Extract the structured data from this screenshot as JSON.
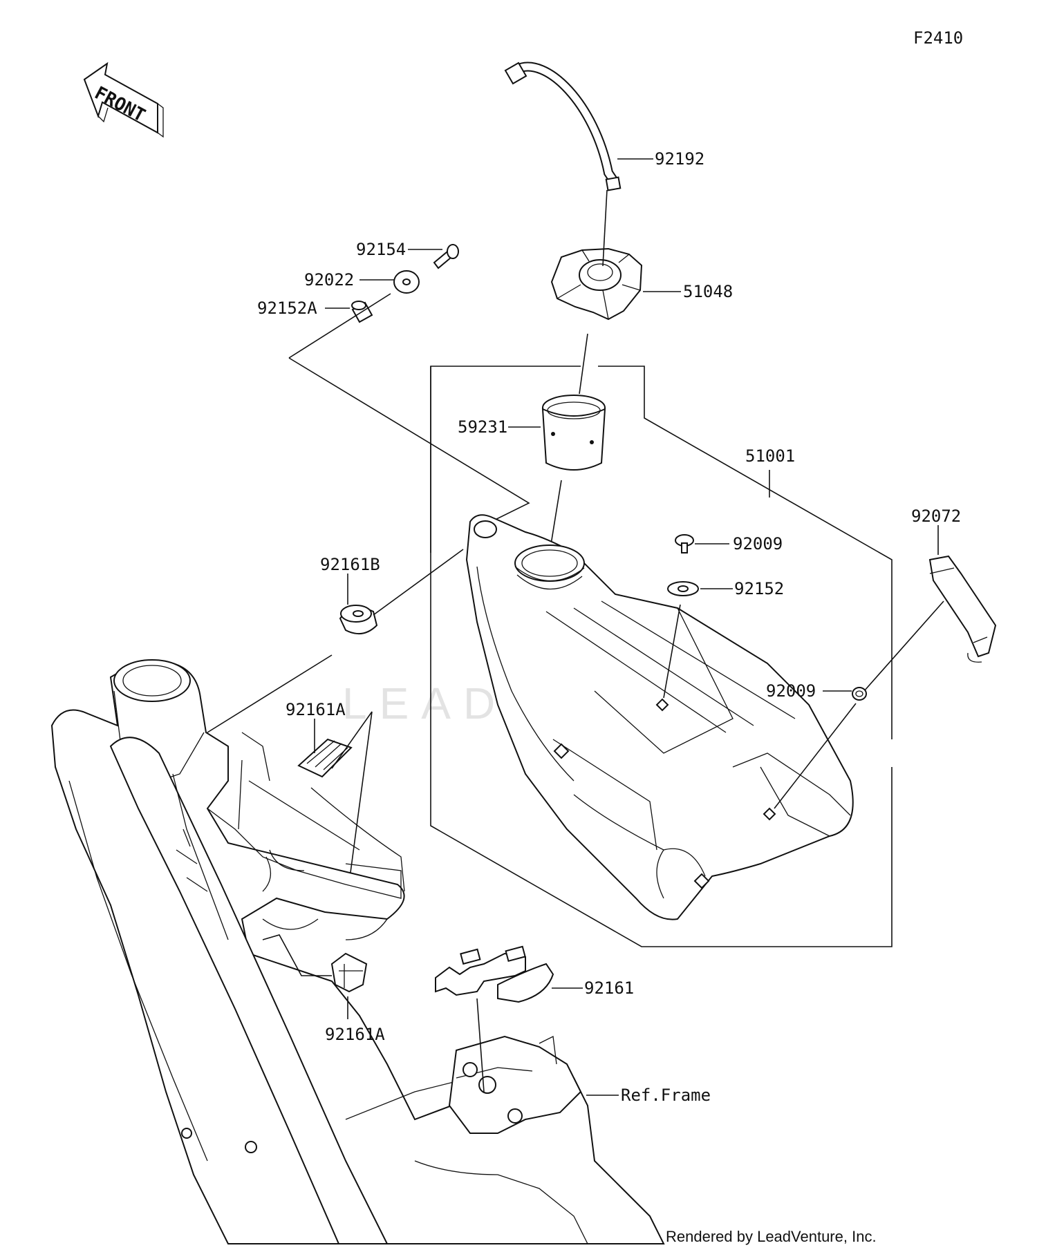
{
  "figure_code": "F2410",
  "front_arrow_text": "FRONT",
  "watermark_text": "LEADVENTURE",
  "credit_text": "Rendered by LeadVenture, Inc.",
  "callouts": [
    {
      "id": "p92192",
      "label": "92192"
    },
    {
      "id": "p92154",
      "label": "92154"
    },
    {
      "id": "p92022",
      "label": "92022"
    },
    {
      "id": "p92152A",
      "label": "92152A"
    },
    {
      "id": "p51048",
      "label": "51048"
    },
    {
      "id": "p59231",
      "label": "59231"
    },
    {
      "id": "p51001",
      "label": "51001"
    },
    {
      "id": "p92072",
      "label": "92072"
    },
    {
      "id": "p92009a",
      "label": "92009"
    },
    {
      "id": "p92152",
      "label": "92152"
    },
    {
      "id": "p92161B",
      "label": "92161B"
    },
    {
      "id": "p92009b",
      "label": "92009"
    },
    {
      "id": "p92161A_top",
      "label": "92161A"
    },
    {
      "id": "p92161",
      "label": "92161"
    },
    {
      "id": "p92161A_bot",
      "label": "92161A"
    },
    {
      "id": "pRefFrame",
      "label": "Ref.Frame"
    }
  ]
}
